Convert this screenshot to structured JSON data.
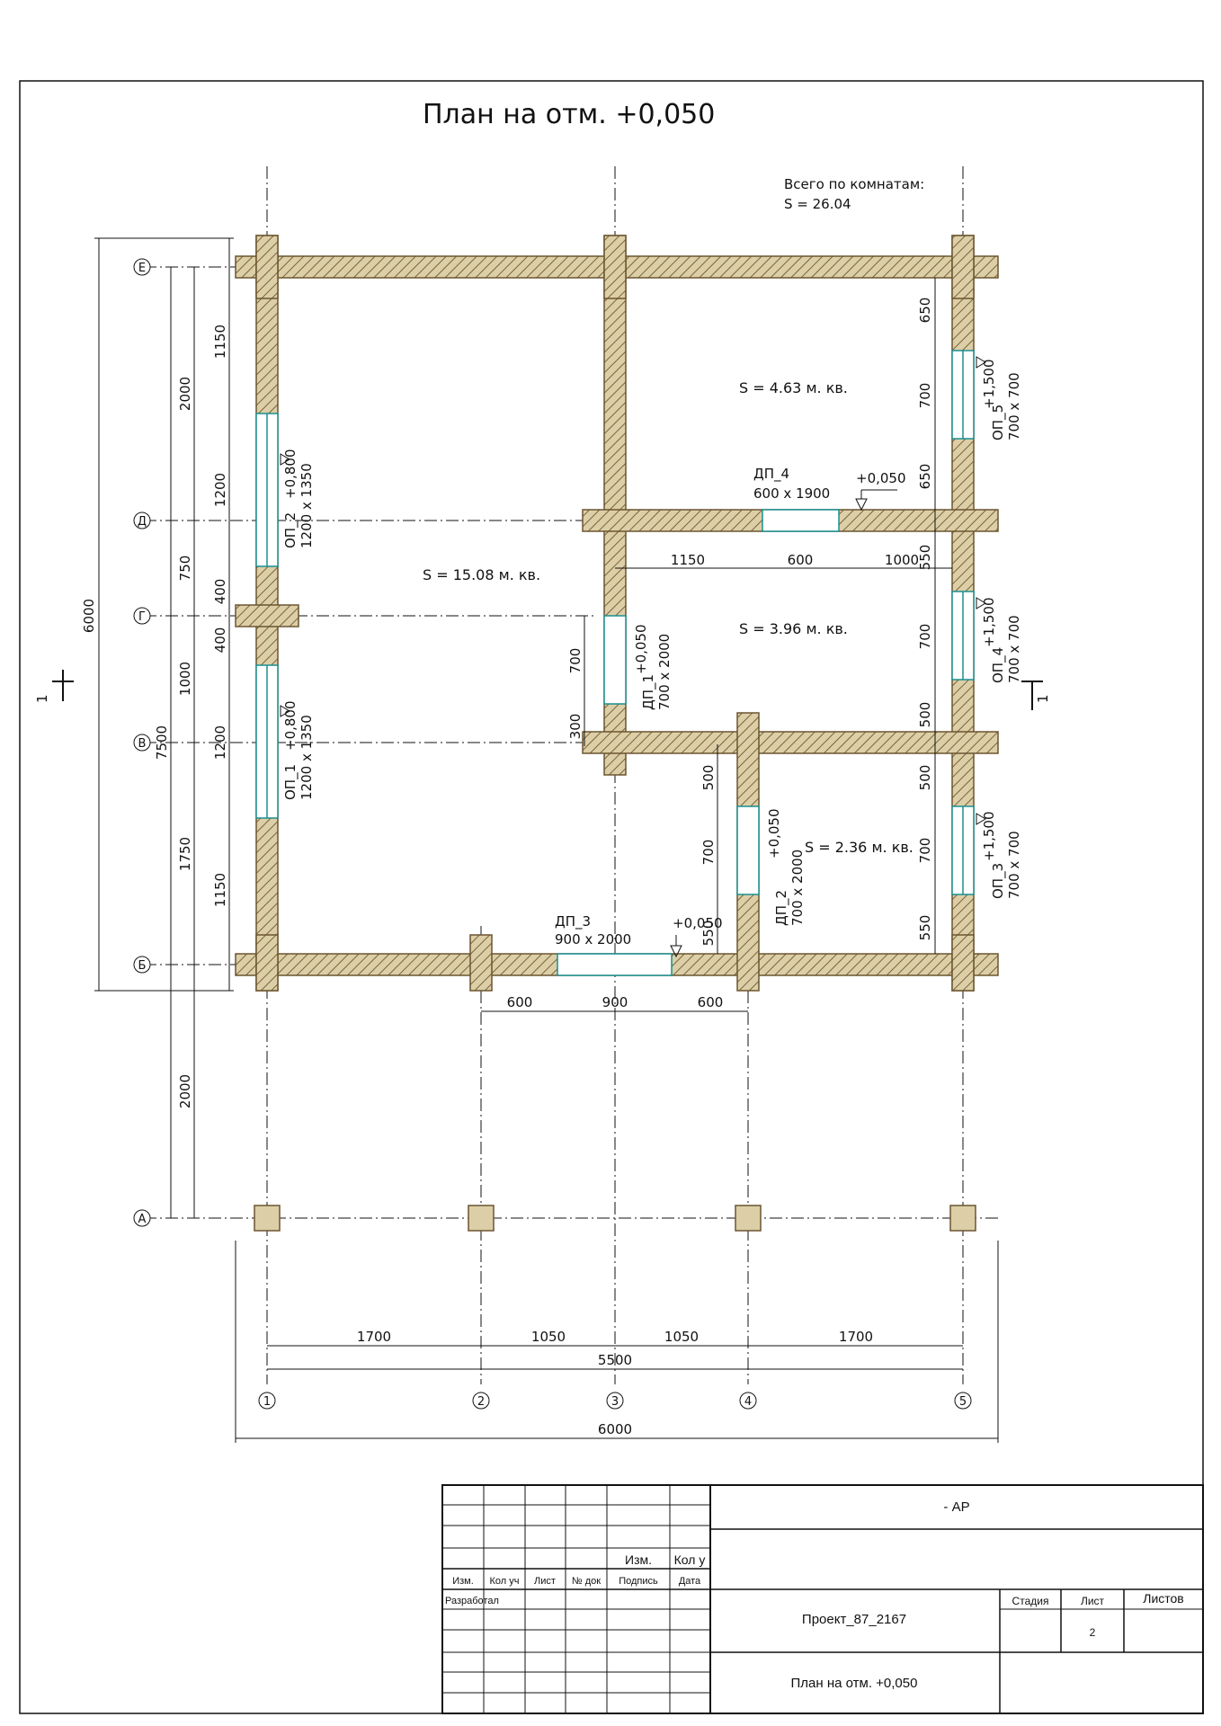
{
  "title": "План на отм. +0,050",
  "summary": {
    "line1": "Всего по комнатам:",
    "line2": "S  =  26.04"
  },
  "rooms": [
    {
      "label": "S  =  15.08 м. кв."
    },
    {
      "label": "S  =  4.63 м. кв."
    },
    {
      "label": "S  =  3.96 м. кв."
    },
    {
      "label": "S  =  2.36 м. кв."
    }
  ],
  "axes_vertical": [
    "1",
    "2",
    "3",
    "4",
    "5"
  ],
  "axes_horizontal": [
    "А",
    "Б",
    "В",
    "Г",
    "Д",
    "Е"
  ],
  "openings": [
    {
      "name": "ОП_1",
      "size": "1200 х 1350",
      "mark": "+0,800"
    },
    {
      "name": "ОП_2",
      "size": "1200 х 1350",
      "mark": "+0,800"
    },
    {
      "name": "ОП_3",
      "size": "700 х 700",
      "mark": "+1,500"
    },
    {
      "name": "ОП_4",
      "size": "700 х 700",
      "mark": "+1,500"
    },
    {
      "name": "ОП_5",
      "size": "700 х 700",
      "mark": "+1,500"
    },
    {
      "name": "ДП_1",
      "size": "700 х 2000",
      "mark": "+0,050"
    },
    {
      "name": "ДП_2",
      "size": "700 х 2000",
      "mark": "+0,050"
    },
    {
      "name": "ДП_3",
      "size": "900 х 2000",
      "mark": "+0,050"
    },
    {
      "name": "ДП_4",
      "size": "600 х 1900",
      "mark": "+0,050"
    }
  ],
  "dims": {
    "left_outer": "6000",
    "left_total": "7500",
    "left_mid": [
      "2000",
      "750",
      "1000",
      "1750",
      "2000"
    ],
    "left_inner": [
      "1150",
      "1200",
      "400",
      "400",
      "1200",
      "1150"
    ],
    "right_chain": [
      "650",
      "700",
      "650",
      "550",
      "700",
      "500",
      "500",
      "700",
      "550"
    ],
    "inner_d": [
      "1150",
      "600",
      "1000"
    ],
    "bottom_door": [
      "600",
      "900",
      "600"
    ],
    "dp1_chain": [
      "700",
      "300"
    ],
    "dp2_chain": [
      "500",
      "700",
      "550"
    ],
    "bottom_axes": [
      "1700",
      "1050",
      "1050",
      "1700"
    ],
    "bottom_total": "5500",
    "bottom_outer": "6000",
    "section": "1"
  },
  "titleblock": {
    "code": "- АР",
    "project": "Проект_87_2167",
    "sheet_title": "План на отм. +0,050",
    "col_labels": [
      "Изм.",
      "Кол уч",
      "Лист",
      "№ док",
      "Подпись",
      "Дата"
    ],
    "upper_labels": [
      "Изм.",
      "Кол у"
    ],
    "developed": "Разработал",
    "stage": "Стадия",
    "sheet": "Лист",
    "sheets": "Листов",
    "sheet_no": "2"
  },
  "colors": {
    "wall": "#d7c8a0",
    "wall_stroke": "#6b5530",
    "window": "#1a8f8f",
    "line": "#111111"
  }
}
